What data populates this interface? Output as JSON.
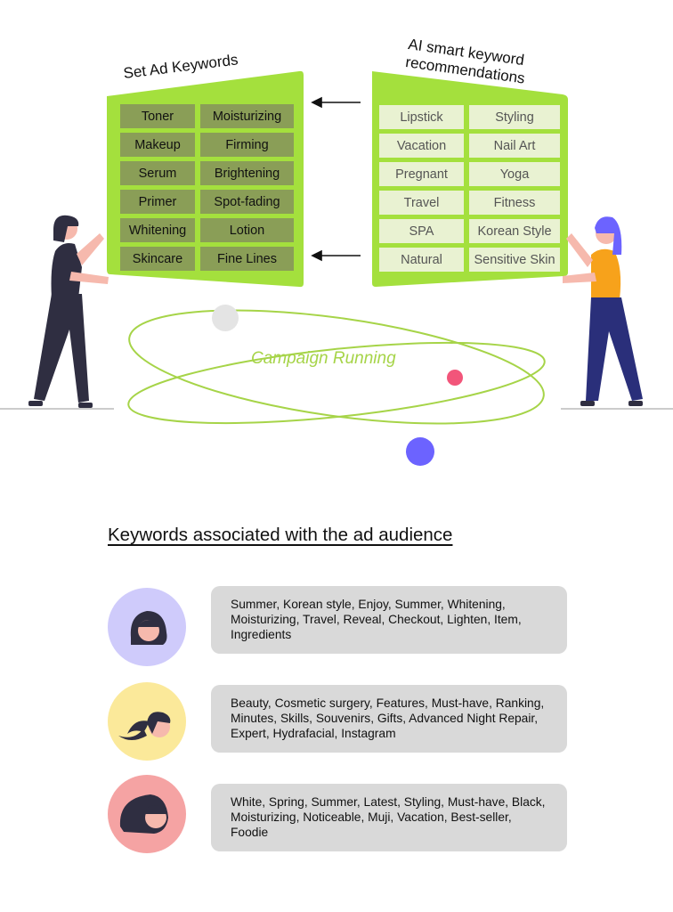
{
  "set_keywords": {
    "title": "Set Ad Keywords",
    "items": [
      "Toner",
      "Moisturizing",
      "Makeup",
      "Firming",
      "Serum",
      "Brightening",
      "Primer",
      "Spot-fading",
      "Whitening",
      "Lotion",
      "Skincare",
      "Fine Lines"
    ]
  },
  "ai_keywords": {
    "title_line1": "AI smart keyword",
    "title_line2": "recommendations",
    "items": [
      "Lipstick",
      "Styling",
      "Vacation",
      "Nail Art",
      "Pregnant",
      "Yoga",
      "Travel",
      "Fitness",
      "SPA",
      "Korean Style",
      "Natural",
      "Sensitive Skin"
    ]
  },
  "campaign_label": "Campaign Running",
  "audience": {
    "title": "Keywords associated with the ad audience",
    "rows": [
      {
        "avatar": "woman-bob-hair-icon",
        "avatar_bg": "#cfcbfb",
        "keywords": "Summer, Korean style, Enjoy, Summer, Whitening, Moisturizing, Travel, Reveal, Checkout, Lighten, Item, Ingredients"
      },
      {
        "avatar": "woman-ponytail-icon",
        "avatar_bg": "#fbe99a",
        "keywords": "Beauty, Cosmetic surgery, Features, Must-have, Ranking, Minutes, Skills, Souvenirs, Gifts, Advanced Night Repair, Expert, Hydrafacial, Instagram"
      },
      {
        "avatar": "woman-short-hair-icon",
        "avatar_bg": "#f5a3a3",
        "keywords": "White, Spring, Summer, Latest, Styling, Must-have, Black, Moisturizing, Noticeable, Muji, Vacation, Best-seller, Foodie"
      }
    ]
  },
  "colors": {
    "board_green": "#a4e03d",
    "cell_dark": "#8a9e57",
    "cell_light": "#e9f2d2",
    "accent_blue": "#6c63ff",
    "accent_pink": "#f2557a",
    "orbit_green": "#a6d448"
  }
}
